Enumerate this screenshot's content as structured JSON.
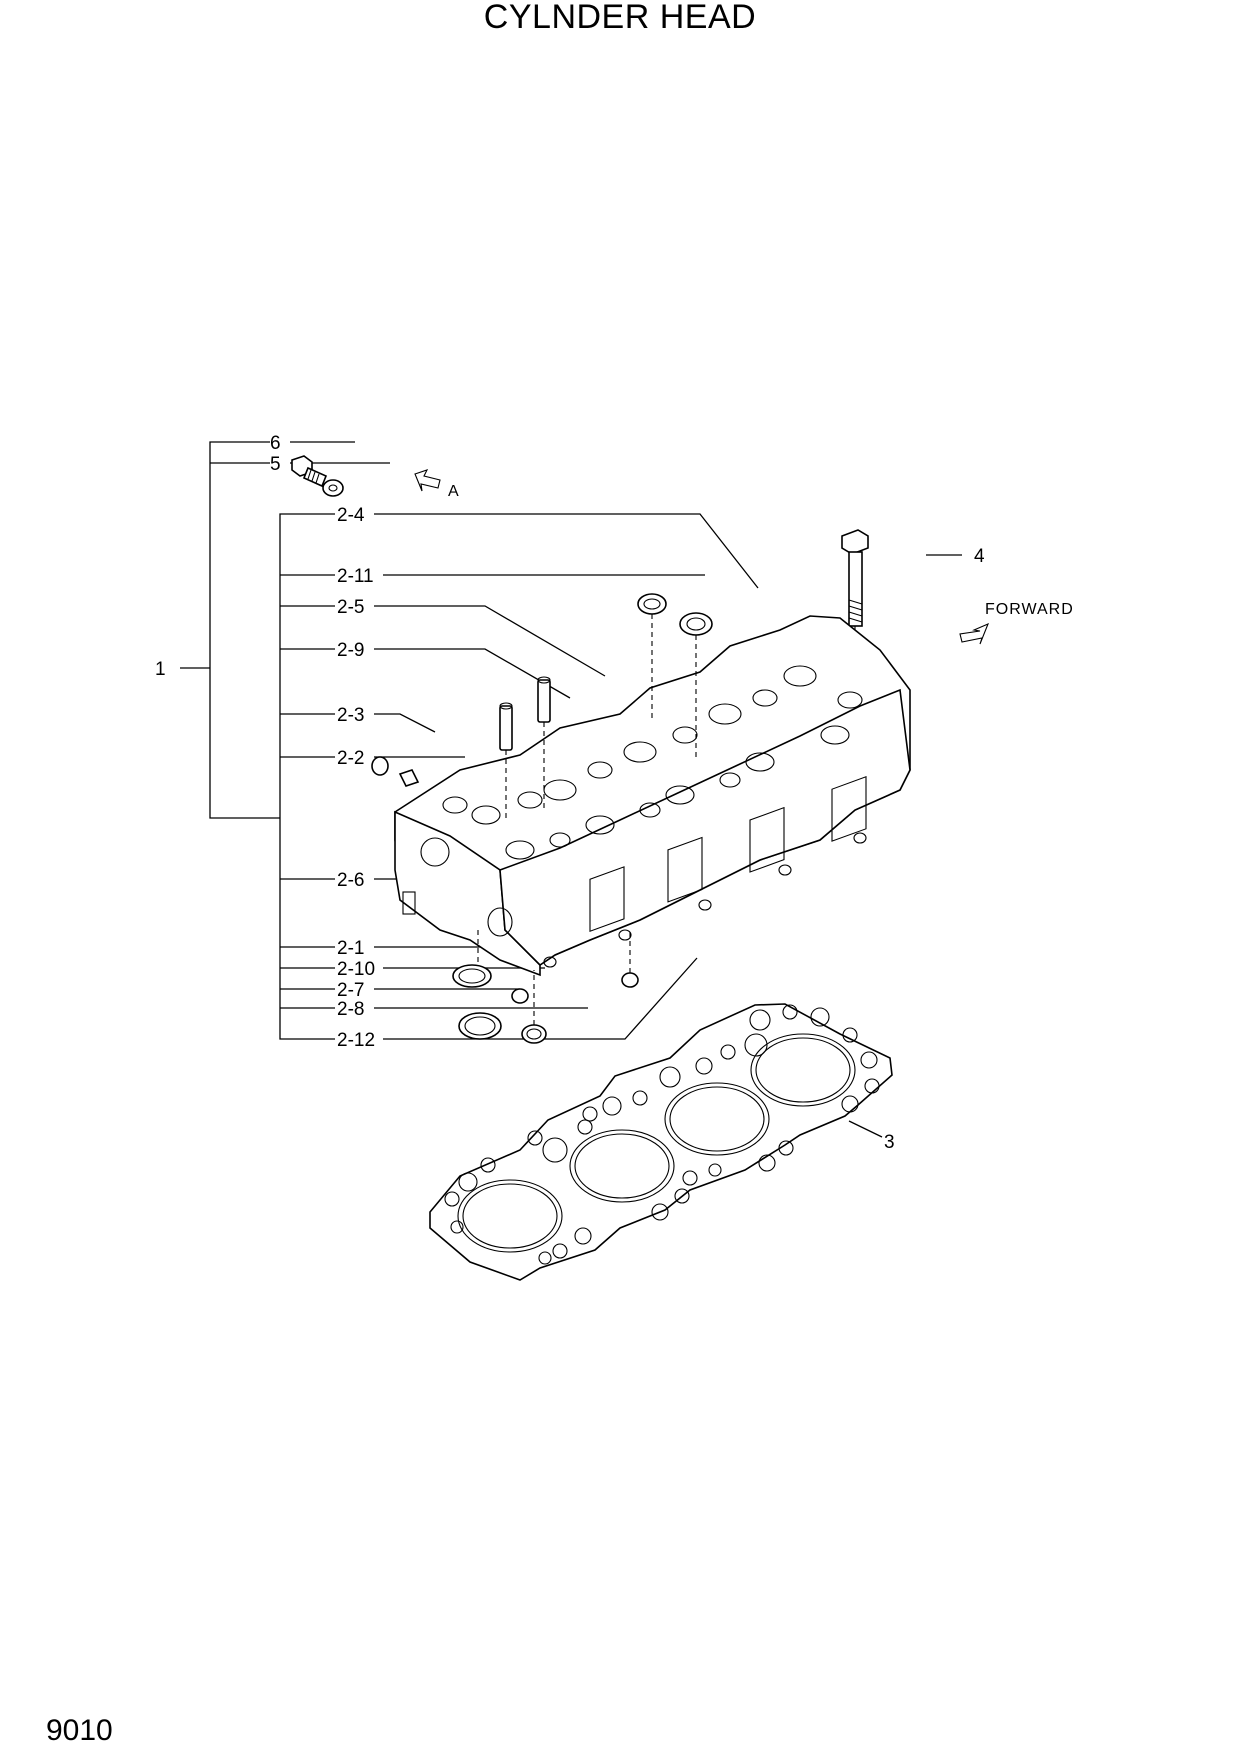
{
  "title": "CYLNDER HEAD",
  "page_number": "9010",
  "labels": {
    "l1": "1",
    "l2_1": "2-1",
    "l2_2": "2-2",
    "l2_3": "2-3",
    "l2_4": "2-4",
    "l2_5": "2-5",
    "l2_6": "2-6",
    "l2_7": "2-7",
    "l2_8": "2-8",
    "l2_9": "2-9",
    "l2_10": "2-10",
    "l2_11": "2-11",
    "l2_12": "2-12",
    "l3": "3",
    "l4": "4",
    "l5": "5",
    "l6": "6"
  },
  "view_marker": "A",
  "direction": "FORWARD"
}
